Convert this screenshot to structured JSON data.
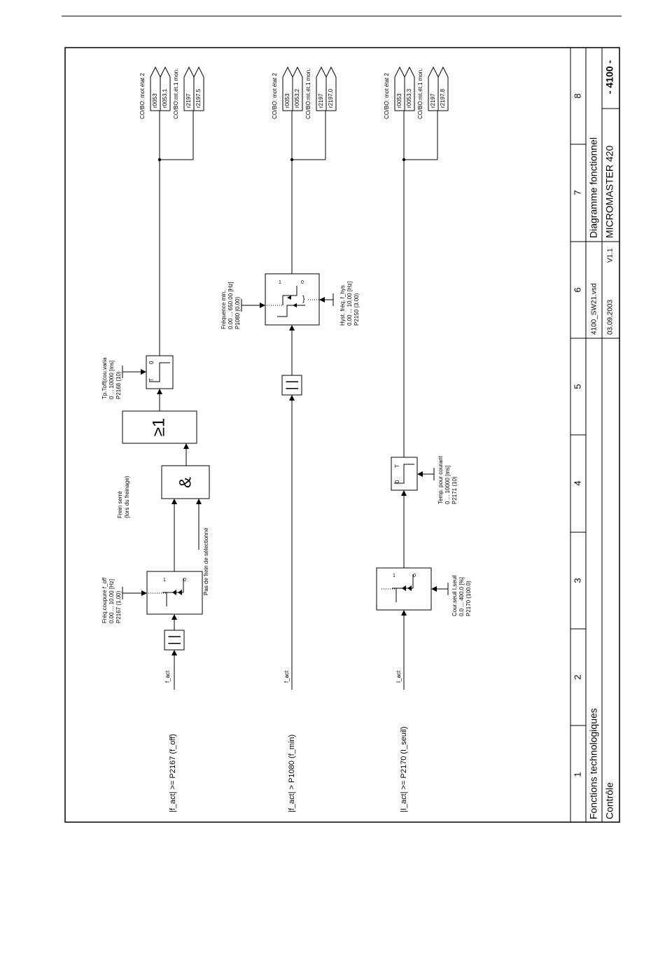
{
  "title_block": {
    "section": "Fonctions technologiques",
    "subsection": "Contrôle",
    "doc_type": "Diagramme fonctionnel",
    "product": "MICROMASTER 420",
    "file": "4100_SW21.vsd",
    "date": "03.09.2003",
    "version": "V1.1",
    "page": "- 4100 -"
  },
  "columns": [
    "1",
    "2",
    "3",
    "4",
    "5",
    "6",
    "7",
    "8"
  ],
  "path1": {
    "heading": "|f_act| >= P2167 (f_off)",
    "input": "f_act",
    "abs_symbol": "|  |",
    "comparator": {
      "l1": "Fréq.coupure f_off",
      "l2": "0.00 ... 10.00  [Hz]",
      "l3": "P2167 (1.00)",
      "hi": "1",
      "lo": "0"
    },
    "and_symbol": "&",
    "not_selected_label": "Pas de frein de sélectionné",
    "brake_label": {
      "l1": "Frein serré",
      "l2": "(lors du freinage)"
    },
    "or_symbol": "≥1",
    "timer": {
      "l1": "Tp.Toff(cou.varia",
      "l2": "0 ... 10000  [ms]",
      "l3": "P2168 (10)",
      "t": "T",
      "z": "0"
    },
    "outputs": {
      "co1": "CO/BO: mot état 2",
      "co2": "CO/BO:mt.ét.1 mon.",
      "p1": "r0053",
      "p2": "r0053.1",
      "p3": "r2197",
      "p4": "r2197.5"
    }
  },
  "path2": {
    "heading": "|f_act| > P1080 (f_min)",
    "input": "f_act",
    "abs_symbol": "|  |",
    "comparator": {
      "l1": "Fréquence min.",
      "l2": "0.00 ... 650.00  [Hz]",
      "l3": "P1080 (0.00)",
      "hi": "1",
      "lo": "0"
    },
    "hysteresis": {
      "l1": "Hyst. fréq. f_hys",
      "l2": "0.00 ... 10.00  [Hz]",
      "l3": "P2150 (3.00)"
    },
    "outputs": {
      "co1": "CO/BO: mot état 2",
      "co2": "CO/BO:mt.ét.1 mon.",
      "p1": "r0053",
      "p2": "r0053.2",
      "p3": "r2197",
      "p4": "r2197.0"
    }
  },
  "path3": {
    "heading": "|I_act| >= P2170 (I_seuil)",
    "input": "I_act",
    "comparator": {
      "l1": "Cour.seuil I,seuil",
      "l2": "0.0 ... 400.0  [%]",
      "l3": "P2170 (100.0)",
      "hi": "1",
      "lo": "0"
    },
    "timer": {
      "l1": "Temp. pour courant",
      "l2": "0 ... 10000  [ms]",
      "l3": "P2171 (10)",
      "t": "T",
      "z": "0"
    },
    "outputs": {
      "co1": "CO/BO: mot état 2",
      "co2": "CO/BO:mt.ét.1 mon.",
      "p1": "r0053",
      "p2": "r0053.3",
      "p3": "r2197",
      "p4": "r2197.8"
    }
  },
  "colors": {
    "ink": "#000000",
    "paper": "#ffffff"
  }
}
